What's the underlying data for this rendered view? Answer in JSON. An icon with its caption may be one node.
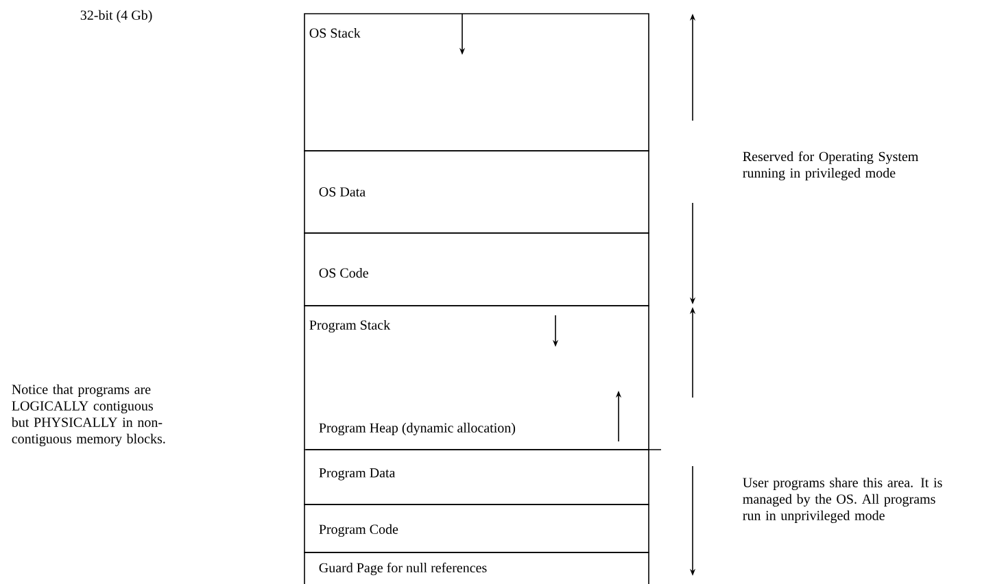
{
  "diagram": {
    "nodes": [
      {
        "text": [
          "OS Stack"
        ]
      },
      {
        "text": [
          "OS Data"
        ]
      },
      {
        "text": [
          "OS Code"
        ]
      },
      {
        "text": [
          "Program Stack"
        ]
      },
      {
        "text": [
          "Program Heap (dynamic allocation)"
        ]
      },
      {
        "text": [
          "Program Data"
        ]
      },
      {
        "text": [
          "Program Code"
        ]
      },
      {
        "text": [
          "Guard Page for null references"
        ]
      }
    ],
    "edges": [],
    "labels": [
      "32-bit (4 Gb)",
      "Reserved for Operating System running in privileged mode",
      "Notice that programs are LOGICALLY contiguous but PHYSICALLY in non-contiguous memory blocks.",
      "User programs share this area. It is managed by the OS. All programs run in unprivileged mode"
    ]
  }
}
